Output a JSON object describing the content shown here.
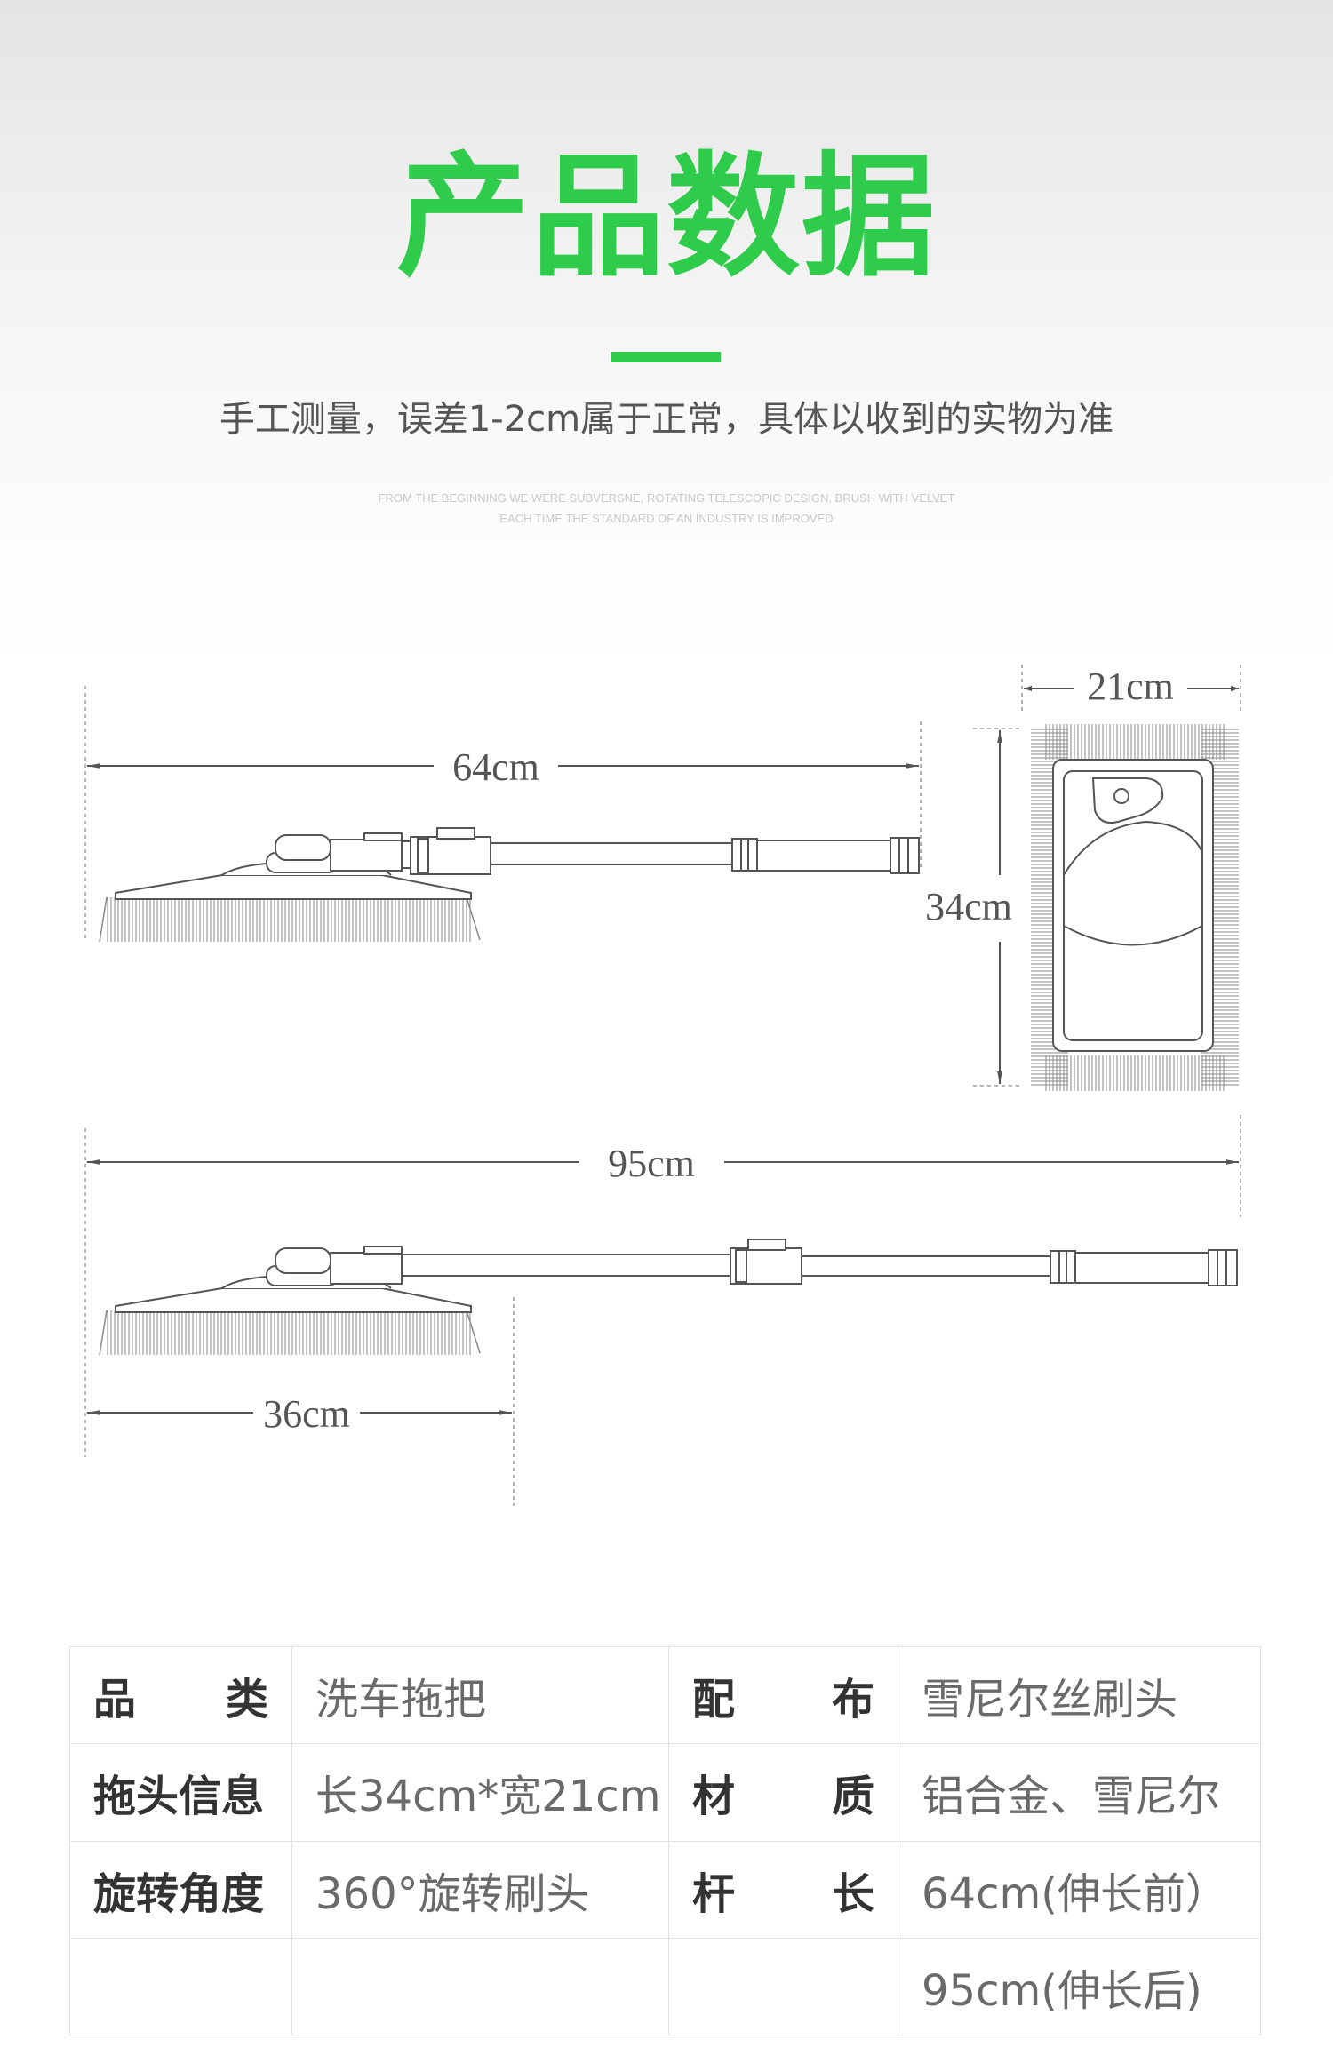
{
  "header": {
    "title": "产品数据",
    "subtitle": "手工测量，误差1-2cm属于正常，具体以收到的实物为准",
    "english_line1": "FROM THE BEGINNING WE WERE SUBVERSNE, ROTATING TELESCOPIC DESIGN, BRUSH WITH VELVET",
    "english_line2": "EACH TIME THE STANDARD OF AN INDUSTRY IS IMPROVED"
  },
  "dimensions": {
    "collapsed_length": "64cm",
    "head_width": "21cm",
    "head_length": "34cm",
    "extended_length": "95cm",
    "head_span": "36cm"
  },
  "spec_table": {
    "rows": [
      {
        "l1": "品 类",
        "v1": "洗车拖把",
        "l2": "配 布",
        "v2": "雪尼尔丝刷头"
      },
      {
        "l1": "拖头信息",
        "v1": "长34cm*宽21cm",
        "l2": "材 质",
        "v2": "铝合金、雪尼尔"
      },
      {
        "l1": "旋转角度",
        "v1": "360°旋转刷头",
        "l2": "杆 长",
        "v2": "64cm(伸长前）"
      },
      {
        "l1": "",
        "v1": "",
        "l2": "",
        "v2": "95cm(伸长后)"
      }
    ]
  },
  "colors": {
    "accent": "#2ecc4a",
    "line": "#555555"
  },
  "icons": {
    "product_drawing": "telescopic-car-wash-mop-icon"
  }
}
